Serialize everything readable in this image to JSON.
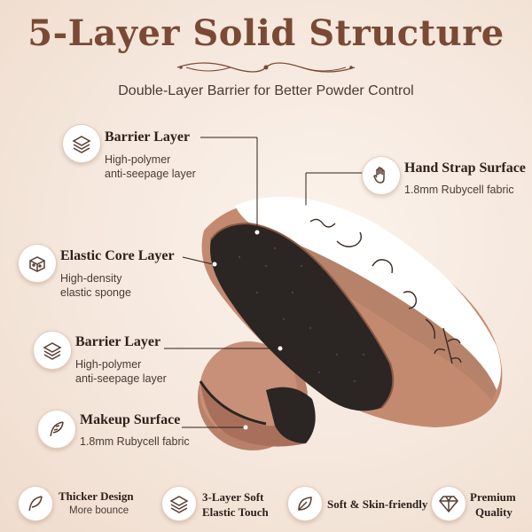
{
  "header": {
    "title": "5-Layer Solid Structure",
    "subtitle": "Double-Layer Barrier for Better Powder Control"
  },
  "layers": [
    {
      "title": "Barrier Layer",
      "desc_line1": "High-polymer",
      "desc_line2": "anti-seepage layer",
      "icon": "layers-icon"
    },
    {
      "title": "Elastic Core Layer",
      "desc_line1": "High-density",
      "desc_line2": "elastic sponge",
      "icon": "sponge-icon"
    },
    {
      "title": "Barrier Layer",
      "desc_line1": "High-polymer",
      "desc_line2": "anti-seepage layer",
      "icon": "layers-icon"
    },
    {
      "title": "Makeup Surface",
      "desc_line1": "1.8mm Rubycell fabric",
      "icon": "feather-icon"
    },
    {
      "title": "Hand Strap Surface",
      "desc_line1": "1.8mm Rubycell fabric",
      "icon": "hand-icon"
    }
  ],
  "features": [
    {
      "title": "Thicker Design",
      "sub": "More bounce",
      "icon": "feather-icon"
    },
    {
      "title_line1": "3-Layer Soft",
      "title_line2": "Elastic Touch",
      "icon": "layers-icon"
    },
    {
      "title": "Soft & Skin-friendly",
      "icon": "leaf-icon"
    },
    {
      "title_line1": "Premium",
      "title_line2": "Quality",
      "icon": "diamond-icon"
    }
  ],
  "colors": {
    "title": "#7a4a35",
    "puff_shell": "#c48a70",
    "sponge": "#2b2523",
    "strap": "#ffffff"
  }
}
